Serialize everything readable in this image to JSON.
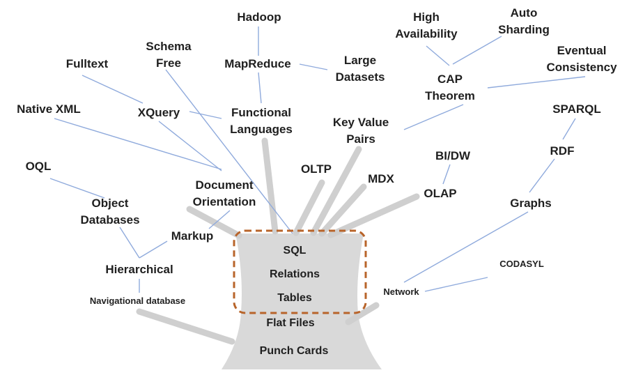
{
  "colors": {
    "text": "#1f1f1f",
    "trunk": "#d9d9d9",
    "branch": "#cfcfcf",
    "connector": "#8faadc",
    "highlight_box": "#b8642a"
  },
  "trunk": {
    "highlighted": [
      "SQL",
      "Relations",
      "Tables"
    ],
    "lower": [
      "Flat Files",
      "Punch Cards"
    ]
  },
  "nodes": {
    "hadoop": [
      "Hadoop"
    ],
    "mapreduce": [
      "MapReduce"
    ],
    "large_datasets": [
      "Large",
      "Datasets"
    ],
    "schema_free": [
      "Schema",
      "Free"
    ],
    "fulltext": [
      "Fulltext"
    ],
    "native_xml": [
      "Native XML"
    ],
    "xquery": [
      "XQuery"
    ],
    "functional_languages": [
      "Functional",
      "Languages"
    ],
    "high_availability": [
      "High",
      "Availability"
    ],
    "auto_sharding": [
      "Auto",
      "Sharding"
    ],
    "eventual_consistency": [
      "Eventual",
      "Consistency"
    ],
    "cap_theorem": [
      "CAP",
      "Theorem"
    ],
    "key_value_pairs": [
      "Key Value",
      "Pairs"
    ],
    "sparql": [
      "SPARQL"
    ],
    "rdf": [
      "RDF"
    ],
    "graphs": [
      "Graphs"
    ],
    "oql": [
      "OQL"
    ],
    "object_databases": [
      "Object",
      "Databases"
    ],
    "document_orientation": [
      "Document",
      "Orientation"
    ],
    "oltp": [
      "OLTP"
    ],
    "mdx": [
      "MDX"
    ],
    "bi_dw": [
      "BI/DW"
    ],
    "olap": [
      "OLAP"
    ],
    "markup": [
      "Markup"
    ],
    "hierarchical": [
      "Hierarchical"
    ],
    "navigational_database": [
      "Navigational database"
    ],
    "codasyl": [
      "CODASYL"
    ],
    "network": [
      "Network"
    ]
  }
}
